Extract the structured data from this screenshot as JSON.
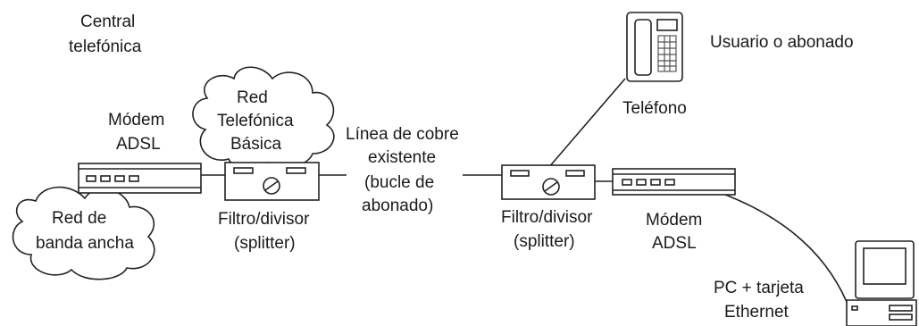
{
  "central": {
    "title_line1": "Central",
    "title_line2": "telefónica",
    "modem_line1": "Módem",
    "modem_line2": "ADSL",
    "cloud_rtb_line1": "Red",
    "cloud_rtb_line2": "Telefónica",
    "cloud_rtb_line3": "Básica",
    "cloud_broadband_line1": "Red de",
    "cloud_broadband_line2": "banda ancha",
    "splitter_line1": "Filtro/divisor",
    "splitter_line2": "(splitter)"
  },
  "line": {
    "line1": "Línea de cobre",
    "line2": "existente",
    "line3": "(bucle de",
    "line4": "abonado)"
  },
  "subscriber": {
    "title": "Usuario o abonado",
    "phone_label": "Teléfono",
    "splitter_line1": "Filtro/divisor",
    "splitter_line2": "(splitter)",
    "modem_line1": "Módem",
    "modem_line2": "ADSL",
    "pc_line1": "PC + tarjeta",
    "pc_line2": "Ethernet"
  }
}
